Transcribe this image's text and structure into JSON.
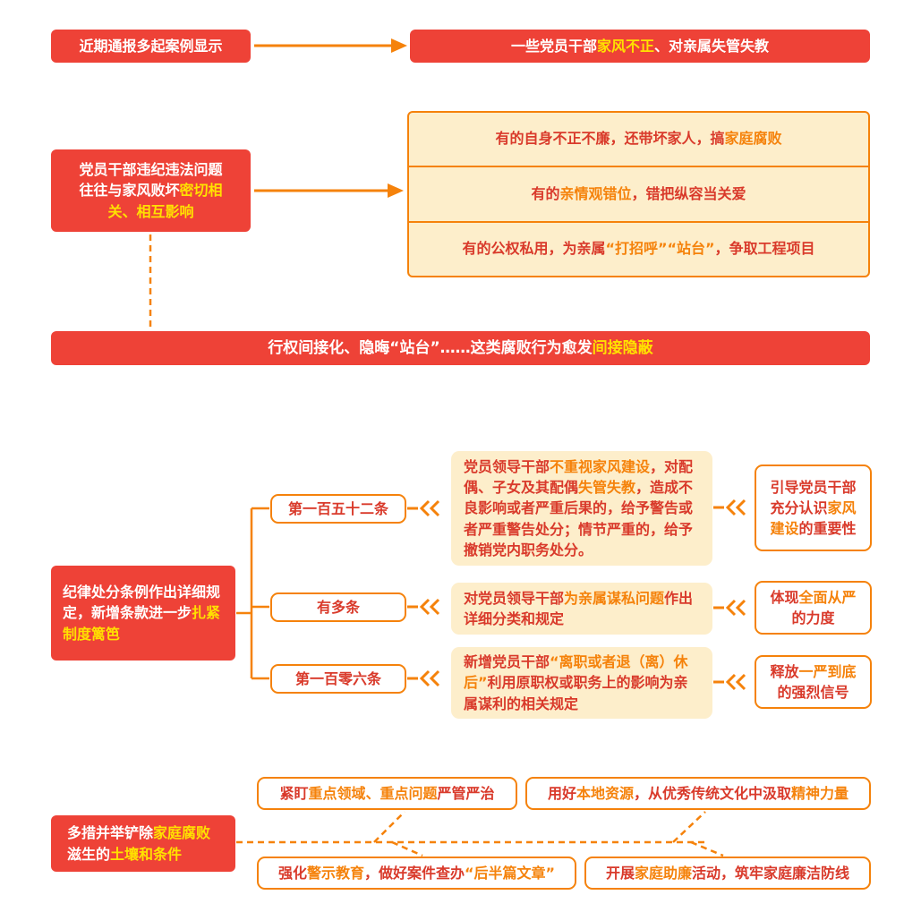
{
  "colors": {
    "red": "#ee4237",
    "yellow_highlight": "#ffe100",
    "orange": "#f5820b",
    "cream": "#fdeecb",
    "box_text_red": "#d93a2b"
  },
  "section1": {
    "left": {
      "segments": [
        {
          "t": "近期通报多起案例显示"
        }
      ]
    },
    "right": {
      "segments": [
        {
          "t": "一些党员干部"
        },
        {
          "t": "家风不正",
          "hl": true
        },
        {
          "t": "、对亲属失管失教"
        }
      ]
    }
  },
  "section2": {
    "left": {
      "segments": [
        {
          "t": "党员干部违纪违法问题往往与家风败坏"
        },
        {
          "t": "密切相关、相互影响",
          "hl": true
        }
      ]
    },
    "rows": [
      {
        "segments": [
          {
            "t": "有的自身不正不廉，还带坏家人，搞"
          },
          {
            "t": "家庭腐败",
            "hl": true
          }
        ]
      },
      {
        "segments": [
          {
            "t": "有的"
          },
          {
            "t": "亲情观错位",
            "hl": true
          },
          {
            "t": "，错把纵容当关爱"
          }
        ]
      },
      {
        "segments": [
          {
            "t": "有的公权私用，为亲属"
          },
          {
            "t": "“打招呼”“站台”",
            "hl": true
          },
          {
            "t": "，争取工程项目"
          }
        ]
      }
    ]
  },
  "banner": {
    "segments": [
      {
        "t": "行权间接化、隐晦“站台”……这类腐败行为愈发"
      },
      {
        "t": "间接隐蔽",
        "hl": true
      }
    ]
  },
  "section4": {
    "left": {
      "segments": [
        {
          "t": "纪律处分条例作出详细规定，新增条款进一步"
        },
        {
          "t": "扎紧制度篱笆",
          "hl": true
        }
      ]
    },
    "rows": [
      {
        "label": "第一百五十二条",
        "detail": {
          "segments": [
            {
              "t": "党员领导干部"
            },
            {
              "t": "不重视家风建设",
              "hl": true
            },
            {
              "t": "，对配偶、子女及其配偶"
            },
            {
              "t": "失管失教",
              "hl": true
            },
            {
              "t": "，造成不良影响或者严重后果的，给予警告或者严重警告处分；情节严重的，给予撤销党内职务处分。"
            }
          ]
        },
        "note": {
          "segments": [
            {
              "t": "引导党员干部充分认识"
            },
            {
              "t": "家风建设",
              "hl": true
            },
            {
              "t": "的重要性"
            }
          ]
        }
      },
      {
        "label": "有多条",
        "detail": {
          "segments": [
            {
              "t": "对党员领导干部"
            },
            {
              "t": "为亲属谋私问题",
              "hl": true
            },
            {
              "t": "作出详细分类和规定"
            }
          ]
        },
        "note": {
          "segments": [
            {
              "t": "体现"
            },
            {
              "t": "全面从严",
              "hl": true
            },
            {
              "t": "的力度"
            }
          ]
        }
      },
      {
        "label": "第一百零六条",
        "detail": {
          "segments": [
            {
              "t": "新增党员干部"
            },
            {
              "t": "“离职或者退（离）休后”",
              "hl": true
            },
            {
              "t": "利用原职权或职务上的影响为亲属谋利的相关规定"
            }
          ]
        },
        "note": {
          "segments": [
            {
              "t": "释放"
            },
            {
              "t": "一严到底",
              "hl": true
            },
            {
              "t": "的强烈信号"
            }
          ]
        }
      }
    ]
  },
  "section5": {
    "left": {
      "segments": [
        {
          "t": "多措并举铲除"
        },
        {
          "t": "家庭腐败",
          "hl": true
        },
        {
          "t": "滋生的"
        },
        {
          "t": "土壤和条件",
          "hl": true
        }
      ]
    },
    "boxes": [
      {
        "segments": [
          {
            "t": "紧盯"
          },
          {
            "t": "重点领域、重点问题",
            "hl": true
          },
          {
            "t": "严管严治"
          }
        ]
      },
      {
        "segments": [
          {
            "t": "用好"
          },
          {
            "t": "本地资源",
            "hl": true
          },
          {
            "t": "，从优秀传统文化中汲取"
          },
          {
            "t": "精神力量",
            "hl": true
          }
        ]
      },
      {
        "segments": [
          {
            "t": "强化"
          },
          {
            "t": "警示教育",
            "hl": true
          },
          {
            "t": "，做好案件查办"
          },
          {
            "t": "“后半篇文章”",
            "hl": true
          }
        ]
      },
      {
        "segments": [
          {
            "t": "开展"
          },
          {
            "t": "家庭助廉",
            "hl": true
          },
          {
            "t": "活动，筑牢家庭廉洁防线"
          }
        ]
      }
    ]
  }
}
